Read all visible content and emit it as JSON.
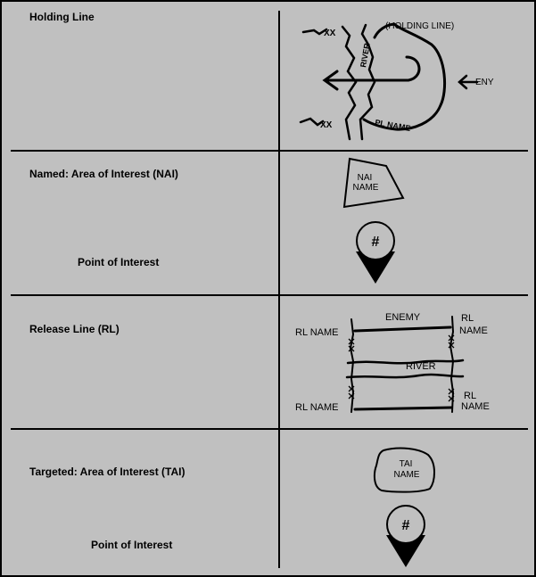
{
  "rows": {
    "holding": {
      "label": "Holding Line"
    },
    "nai": {
      "label": "Named: Area of Interest (NAI)",
      "point_label": "Point of Interest"
    },
    "release": {
      "label": "Release Line (RL)"
    },
    "tai": {
      "label": "Targeted: Area of Interest (TAI)",
      "point_label": "Point of Interest"
    }
  },
  "symbols": {
    "holding": {
      "holding_line": "(HOLDING LINE)",
      "river": "RIVER",
      "pl_name": "PL NAME",
      "eny": "ENY",
      "xx_top": "XX",
      "xx_bottom": "XX"
    },
    "nai": {
      "name_line1": "NAI",
      "name_line2": "NAME",
      "point_mark": "#"
    },
    "release": {
      "enemy": "ENEMY",
      "river": "RIVER",
      "rl_tl": "RL NAME",
      "rl_bl": "RL NAME",
      "rl_tr1": "RL",
      "rl_tr2": "NAME",
      "rl_br1": "RL",
      "rl_br2": "NAME"
    },
    "tai": {
      "name_line1": "TAI",
      "name_line2": "NAME",
      "point_mark": "#"
    }
  }
}
